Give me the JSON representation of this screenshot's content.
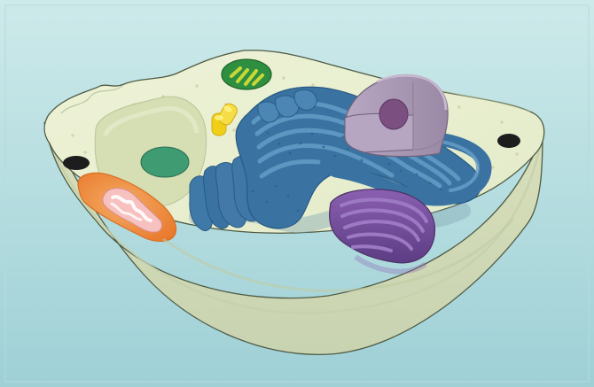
{
  "colors": {
    "background_top": "#c8e8e8",
    "background_bottom": "#9ed1d6",
    "cytoplasm_top": "#e9efcf",
    "cell_body": "#dfe6c4",
    "cell_outline": "#4c5a44",
    "nucleus": "#b9a9c3",
    "nucleolus": "#7d4f7f",
    "er": "#3a73a2",
    "er_light": "#5c95bf",
    "golgi": "#6d4b93",
    "mitochondrion": "#ee8f3e",
    "chloroplast_like": "#2f8f40",
    "centrioles": "#f0d21e",
    "vacuole": "#d4dfb1",
    "vesicle": "#3c9a72",
    "pore_dark": "#1f1f1f"
  },
  "organelles": [
    {
      "name": "cell-membrane"
    },
    {
      "name": "cytoplasm"
    },
    {
      "name": "nucleus"
    },
    {
      "name": "nucleolus"
    },
    {
      "name": "rough-endoplasmic-reticulum"
    },
    {
      "name": "smooth-endoplasmic-reticulum"
    },
    {
      "name": "golgi-apparatus"
    },
    {
      "name": "mitochondrion"
    },
    {
      "name": "green-organelle"
    },
    {
      "name": "centrioles"
    },
    {
      "name": "vacuole"
    },
    {
      "name": "vesicle"
    }
  ]
}
